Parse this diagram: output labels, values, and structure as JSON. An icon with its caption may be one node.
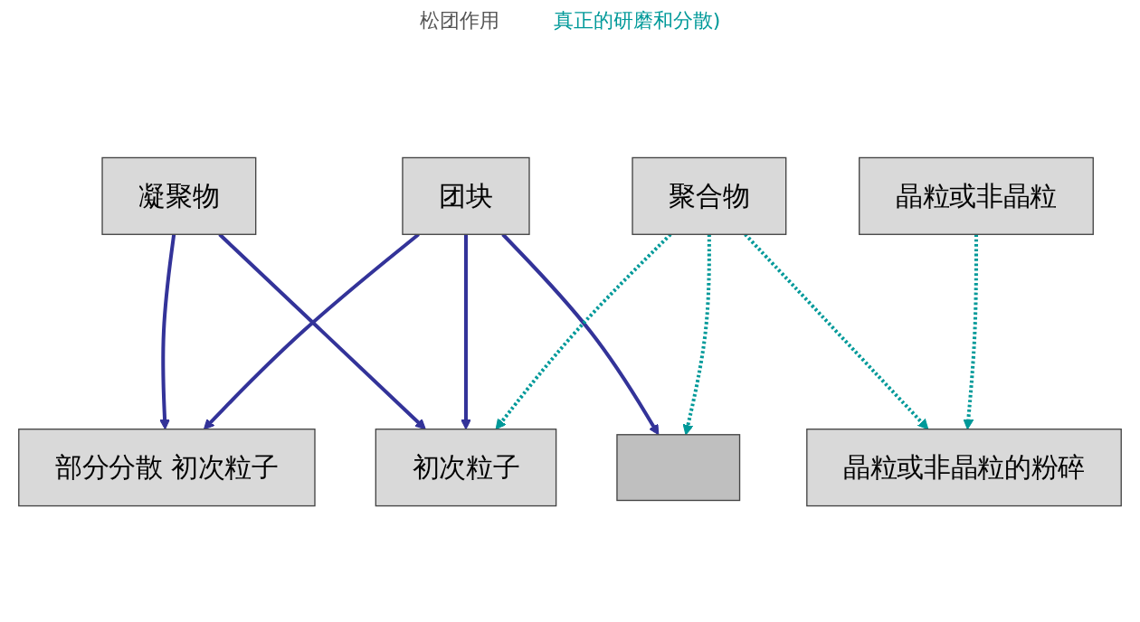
{
  "diagram": {
    "nodes": [
      {
        "text": [
          "凝聚物"
        ]
      },
      {
        "text": [
          "团块"
        ]
      },
      {
        "text": [
          "聚合物"
        ]
      },
      {
        "text": [
          "晶粒或非晶粒"
        ]
      },
      {
        "text": [
          "部分分散 初次粒子"
        ]
      },
      {
        "text": [],
        "shape": "box"
      },
      {
        "text": [
          "初次粒子"
        ]
      },
      {
        "text": [
          "晶粒或非晶粒的粉碎"
        ]
      }
    ],
    "edges": [
      {
        "from": 0,
        "to": 4,
        "arrow": "to"
      },
      {
        "from": 0,
        "to": 6,
        "arrow": "to"
      },
      {
        "from": 1,
        "to": 4,
        "arrow": "to"
      },
      {
        "from": 1,
        "to": 5,
        "arrow": "to"
      },
      {
        "from": 1,
        "to": 6,
        "arrow": "to"
      },
      {
        "from": 2,
        "to": 5,
        "arrow": "to",
        "style": "dashed",
        "color": "#009999"
      },
      {
        "from": 2,
        "to": 6,
        "arrow": "to",
        "style": "dashed",
        "color": "#009999"
      },
      {
        "from": 2,
        "to": 7,
        "arrow": "to",
        "style": "dashed",
        "color": "#009999"
      },
      {
        "from": 3,
        "to": 7,
        "arrow": "to",
        "style": "dashed",
        "color": "#009999"
      }
    ],
    "labels": [
      "松团作用",
      "真正的研磨和分散)"
    ]
  }
}
